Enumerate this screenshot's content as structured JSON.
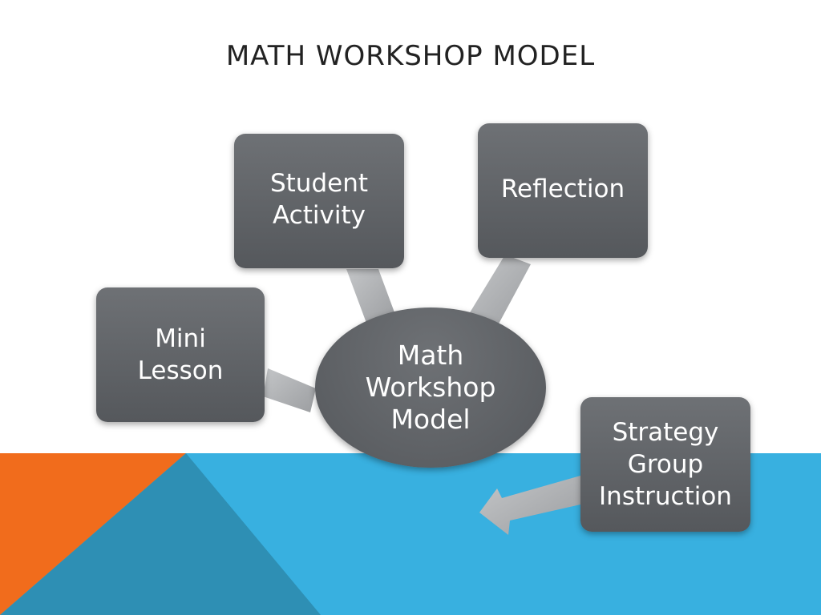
{
  "slide": {
    "title": "MATH WORKSHOP MODEL"
  },
  "colors": {
    "accent_orange": "#f16c1c",
    "accent_blue": "#38b0e0",
    "accent_dark_blue": "#2e8fb4",
    "node_fill": "#5f6266",
    "connector": "#a8aaad"
  },
  "diagram": {
    "center": {
      "label": "Math\nWorkshop\nModel"
    },
    "nodes": [
      {
        "id": "mini-lesson",
        "label": "Mini\nLesson"
      },
      {
        "id": "student-activity",
        "label": "Student\nActivity"
      },
      {
        "id": "reflection",
        "label": "Reflection"
      },
      {
        "id": "strategy-group",
        "label": "Strategy\nGroup\nInstruction"
      }
    ]
  }
}
